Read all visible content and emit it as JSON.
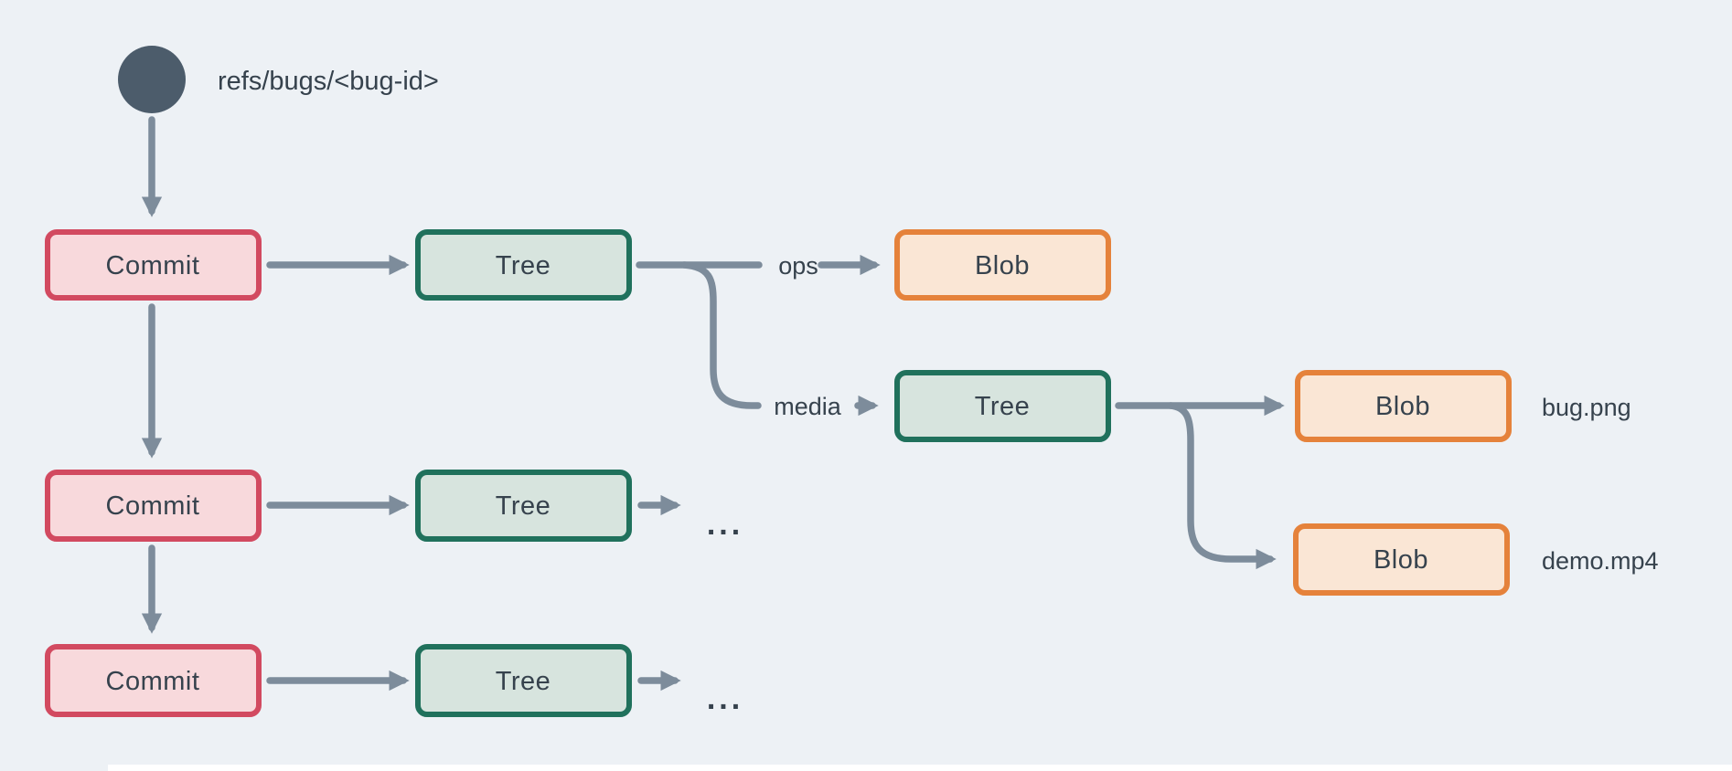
{
  "colors": {
    "background": "#edf1f5",
    "edge": "#7d8c9b",
    "label_text": "#36424d",
    "ref_circle": "#4c5c6b",
    "commit_fill": "#f8d9dc",
    "commit_border": "#d24a60",
    "tree_fill": "#d7e4de",
    "tree_border": "#20715c",
    "blob_fill": "#fae6d5",
    "blob_border": "#e5823b"
  },
  "diagram": {
    "ref_label": "refs/bugs/<bug-id>",
    "nodes": {
      "commit1": {
        "label": "Commit"
      },
      "commit2": {
        "label": "Commit"
      },
      "commit3": {
        "label": "Commit"
      },
      "tree1": {
        "label": "Tree"
      },
      "tree_media": {
        "label": "Tree"
      },
      "tree2": {
        "label": "Tree"
      },
      "tree3": {
        "label": "Tree"
      },
      "blob_ops": {
        "label": "Blob"
      },
      "blob_bug": {
        "label": "Blob"
      },
      "blob_demo": {
        "label": "Blob"
      }
    },
    "edge_labels": {
      "ops": "ops",
      "media": "media"
    },
    "file_annotations": {
      "bug_png": "bug.png",
      "demo_mp4": "demo.mp4"
    },
    "ellipsis_row2": "...",
    "ellipsis_row3": "..."
  }
}
